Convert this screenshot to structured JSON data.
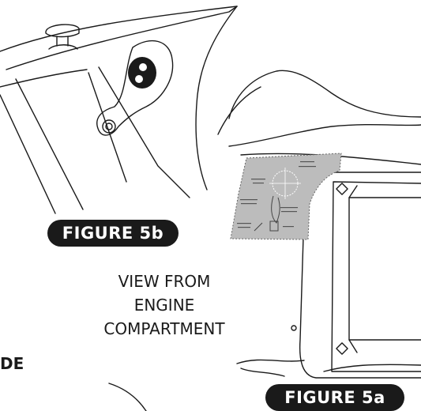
{
  "figure_5b": {
    "label": "FIGURE 5b"
  },
  "figure_5a": {
    "label": "FIGURE 5a"
  },
  "view_caption": {
    "line1": "VIEW FROM",
    "line2": "ENGINE",
    "line3": "COMPARTMENT"
  },
  "partial_text": {
    "edge_label": "DE"
  }
}
